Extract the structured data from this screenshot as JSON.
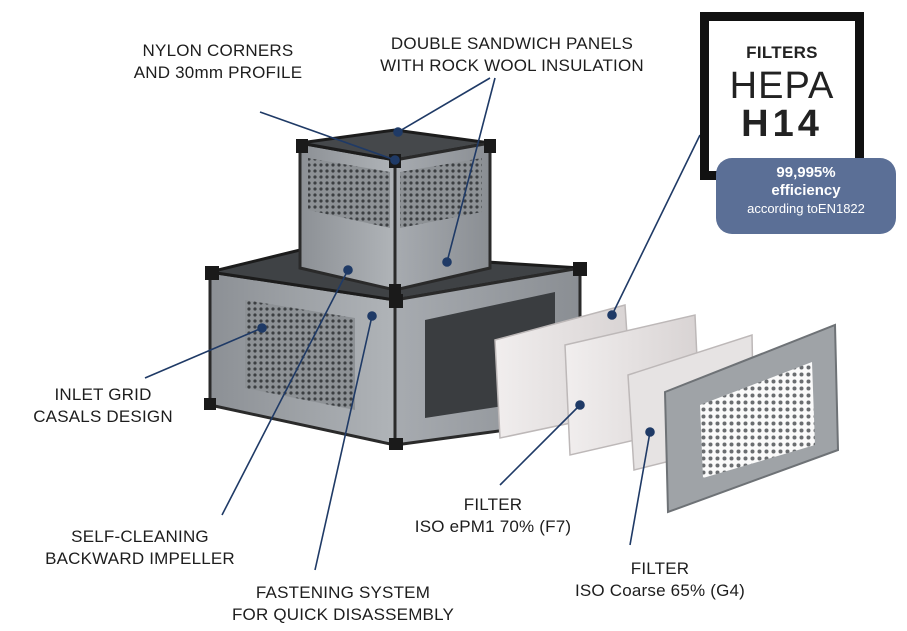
{
  "labels": {
    "nylon_corners": [
      "NYLON CORNERS",
      "AND 30mm PROFILE"
    ],
    "sandwich_panels": [
      "DOUBLE SANDWICH PANELS",
      "WITH ROCK WOOL INSULATION"
    ],
    "inlet_grid": [
      "INLET GRID",
      "CASALS DESIGN"
    ],
    "impeller": [
      "SELF-CLEANING",
      "BACKWARD IMPELLER"
    ],
    "fastening": [
      "FASTENING SYSTEM",
      "FOR QUICK DISASSEMBLY"
    ],
    "filter_f7": [
      "FILTER",
      "ISO ePM1 70% (F7)"
    ],
    "filter_g4": [
      "FILTER",
      "ISO Coarse 65% (G4)"
    ]
  },
  "badge": {
    "title": "FILTERS",
    "line1": "HEPA",
    "line2": "H14"
  },
  "efficiency": {
    "value": "99,995%",
    "word": "efficiency",
    "note": "according toEN1822"
  },
  "colors": {
    "badge_fill": "#5b6f96",
    "leader_line": "#1f3a66",
    "housing": "#9a9ea3"
  }
}
